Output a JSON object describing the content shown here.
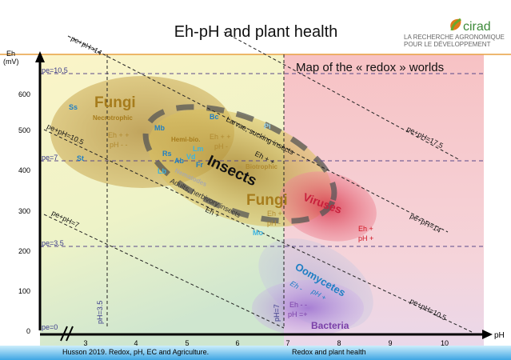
{
  "title": "Eh-pH and plant health",
  "logo": {
    "name": "cirad",
    "tagline": "LA RECHERCHE AGRONOMIQUE POUR LE DÉVELOPPEMENT"
  },
  "map_title": "Map of the « redox » worlds",
  "y_axis": {
    "label_top": "Eh",
    "label_unit": "(mV)",
    "ticks": [
      "600",
      "500",
      "400",
      "300",
      "200",
      "100",
      "0"
    ]
  },
  "x_axis": {
    "label": "pH",
    "ticks": [
      "3",
      "4",
      "5",
      "6",
      "7",
      "8",
      "9",
      "10"
    ]
  },
  "pe_lines": [
    "pe=10.5",
    "pe=7",
    "pe=3.5",
    "pe=0"
  ],
  "ph_lines": [
    "pH=3.5",
    "pH=7"
  ],
  "diagonals": [
    "pe+pH=14",
    "pe+pH=10.5",
    "pe+pH=7",
    "pe+pH=17.5",
    "pe+pH=14",
    "pe+pH=10.5"
  ],
  "groups": {
    "fungi_necro": {
      "title": "Fungi",
      "sub": "Necrotrophic",
      "eh": "Eh + +",
      "ph": "pH - -"
    },
    "hemi": {
      "label": "Hemi-bio.",
      "eh": "Eh + +",
      "ph": "pH -"
    },
    "insects": {
      "title": "Insects",
      "larvae": "Larvae, sucking insects",
      "larvae_eh": "Eh + +",
      "adults": "Adults, herbivory insects",
      "adults_eh": "Eh +",
      "nematodes": "Nematodes"
    },
    "fungi_bio": {
      "title": "Fungi",
      "sub": "Biotrophic",
      "eh": "Eh +",
      "ph": "pH -"
    },
    "viruses": {
      "title": "Viruses",
      "eh": "Eh +",
      "ph": "pH +"
    },
    "oomycetes": {
      "title": "Oomycetes",
      "eh": "Eh -",
      "ph": "pH +"
    },
    "bacteria": {
      "title": "Bacteria",
      "eh": "Eh - -",
      "ph": "pH =+"
    }
  },
  "pathogens": [
    "Ss",
    "St",
    "Mb",
    "Bc",
    "Rs",
    "Ab",
    "Lm",
    "Vd",
    "Fr",
    "Lb",
    "Mo",
    "Pi"
  ],
  "footer": {
    "left": "Husson 2019.  Redox, pH, EC and Agriculture.",
    "right": "Redox and plant health"
  },
  "colors": {
    "fungi": "#a67c1c",
    "pathogen": "#1f7fc4",
    "virus": "#d0243c",
    "bacteria": "#7a3fa8",
    "orange_rule": "#e8a040"
  }
}
